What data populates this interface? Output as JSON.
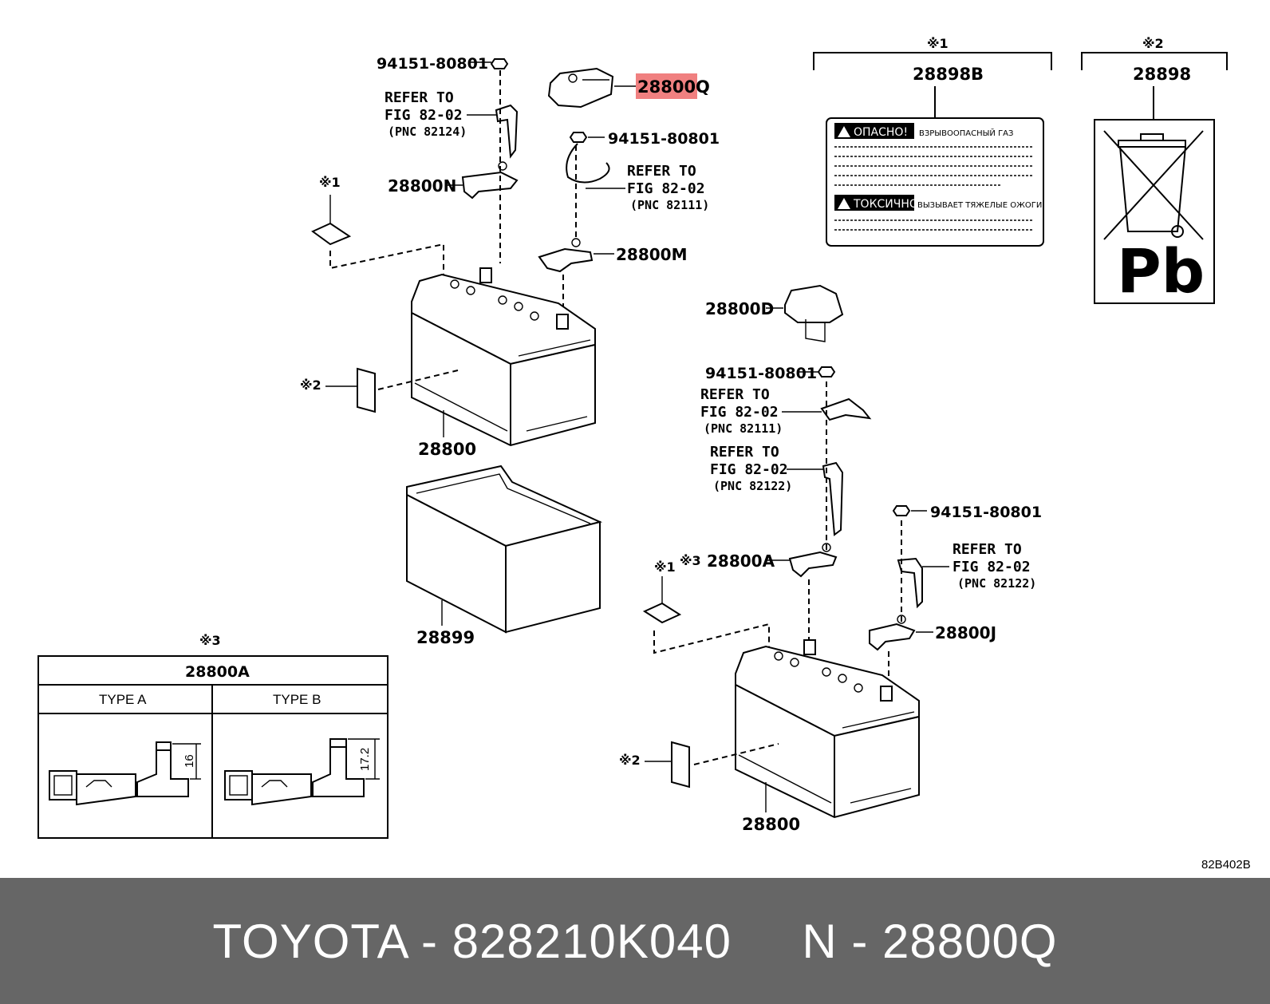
{
  "callouts": {
    "nut_top": "94151-80801",
    "refer_a_line1": "REFER TO",
    "refer_a_line2": "FIG 82-02",
    "refer_a_pnc": "(PNC 82124)",
    "cover_highlighted": "28800Q",
    "nut_mid": "94151-80801",
    "refer_b_line1": "REFER TO",
    "refer_b_line2": "FIG 82-02",
    "refer_b_pnc": "(PNC 82111)",
    "terminal_n": "28800N",
    "terminal_m": "28800M",
    "note1_left": "※1",
    "note2_left": "※2",
    "battery_left": "28800",
    "tray": "28899",
    "cover_d": "28800D",
    "nut_right1": "94151-80801",
    "refer_c_line1": "REFER TO",
    "refer_c_line2": "FIG 82-02",
    "refer_c_pnc": "(PNC 82111)",
    "refer_d_line1": "REFER TO",
    "refer_d_line2": "FIG 82-02",
    "refer_d_pnc": "(PNC 82122)",
    "nut_right2": "94151-80801",
    "refer_e_line1": "REFER TO",
    "refer_e_line2": "FIG 82-02",
    "refer_e_pnc": "(PNC 82122)",
    "note1_right": "※1",
    "note3_right": "※3",
    "terminal_a": "28800A",
    "terminal_j": "28800J",
    "note2_right": "※2",
    "battery_right": "28800"
  },
  "label_panel_1": {
    "note": "※1",
    "part": "28898B",
    "warning1": "ОПАСНО!",
    "warning1_text": "ВЗРЫВООПАСНЫЙ ГАЗ",
    "warning2": "ТОКСИЧНО",
    "warning2_text": "ВЫЗЫВАЕТ ТЯЖЕЛЫЕ ОЖОГИ"
  },
  "label_panel_2": {
    "note": "※2",
    "part": "28898",
    "symbol_text": "Pb"
  },
  "type_table": {
    "note": "※3",
    "title": "28800A",
    "col_a": "TYPE A",
    "col_b": "TYPE B",
    "dim_a": "16",
    "dim_b": "17.2"
  },
  "figure_code": "82B402B",
  "footer": {
    "caption": "TOYOTA - 828210K040     N - 28800Q"
  },
  "colors": {
    "highlight": "#f08080",
    "footer_bg": "#666666"
  }
}
